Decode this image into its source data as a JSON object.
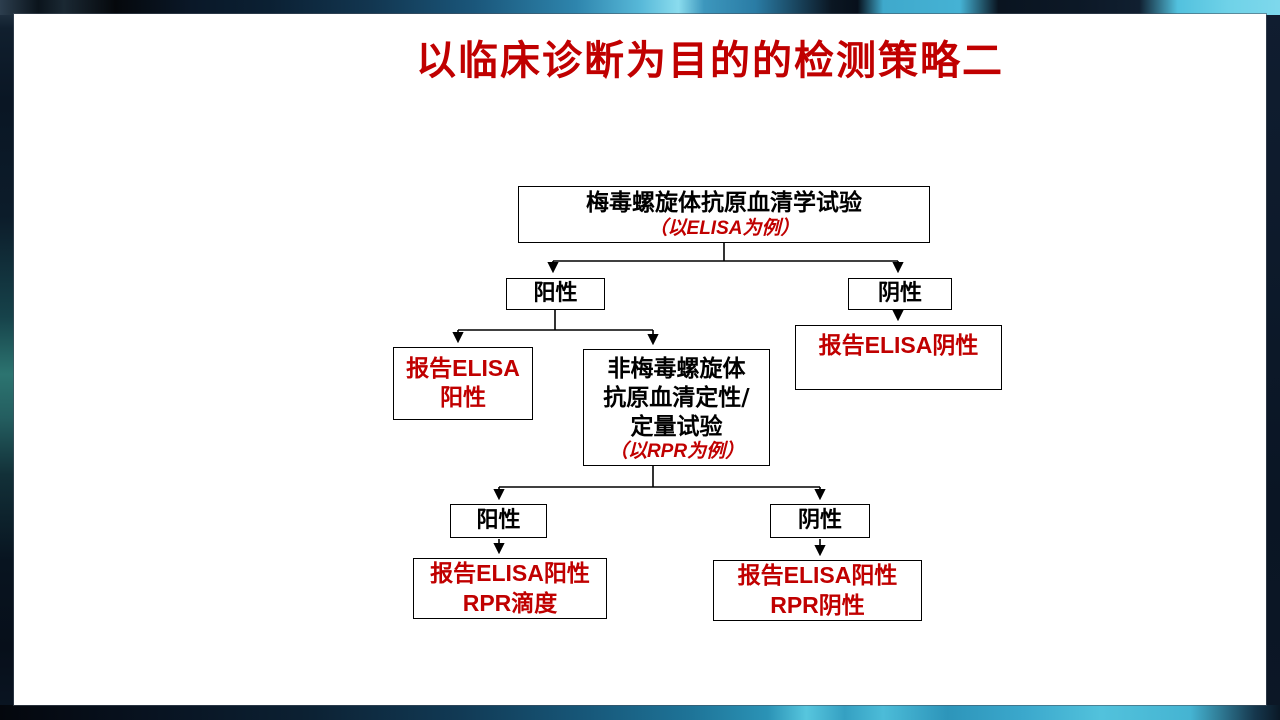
{
  "slide": {
    "title": "以临床诊断为目的的检测策略二",
    "colors": {
      "accent_red": "#c00000",
      "text_black": "#000000",
      "frame_dark_navy": "#0a1422",
      "frame_cyan": "#6fd2e8",
      "canvas": "#ffffff"
    }
  },
  "flowchart": {
    "root": {
      "line1": "梅毒螺旋体抗原血清学试验",
      "note_open": "（以",
      "note_latin": "ELISA",
      "note_close": "为例）"
    },
    "pos1": {
      "label": "阳性"
    },
    "neg1": {
      "label": "阴性"
    },
    "report_neg": {
      "prefix": "报告",
      "latin": "ELISA",
      "suffix": "阴性"
    },
    "report_pos": {
      "prefix": "报告",
      "latin": "ELISA",
      "line2": "阳性"
    },
    "rpr": {
      "line1": "非梅毒螺旋体",
      "line2": "抗原血清定性/",
      "line3": "定量试验",
      "note_open": "（以",
      "note_latin": "RPR",
      "note_close": "为例）"
    },
    "pos2": {
      "label": "阳性"
    },
    "neg2": {
      "label": "阴性"
    },
    "final_titer": {
      "l1_prefix": "报告",
      "l1_latin": "ELISA",
      "l1_suffix": "阳性",
      "l2_latin": "RPR",
      "l2_suffix": "滴度"
    },
    "final_neg": {
      "l1_prefix": "报告",
      "l1_latin": "ELISA",
      "l1_suffix": "阳性",
      "l2_latin": "RPR",
      "l2_suffix": "阴性"
    }
  }
}
